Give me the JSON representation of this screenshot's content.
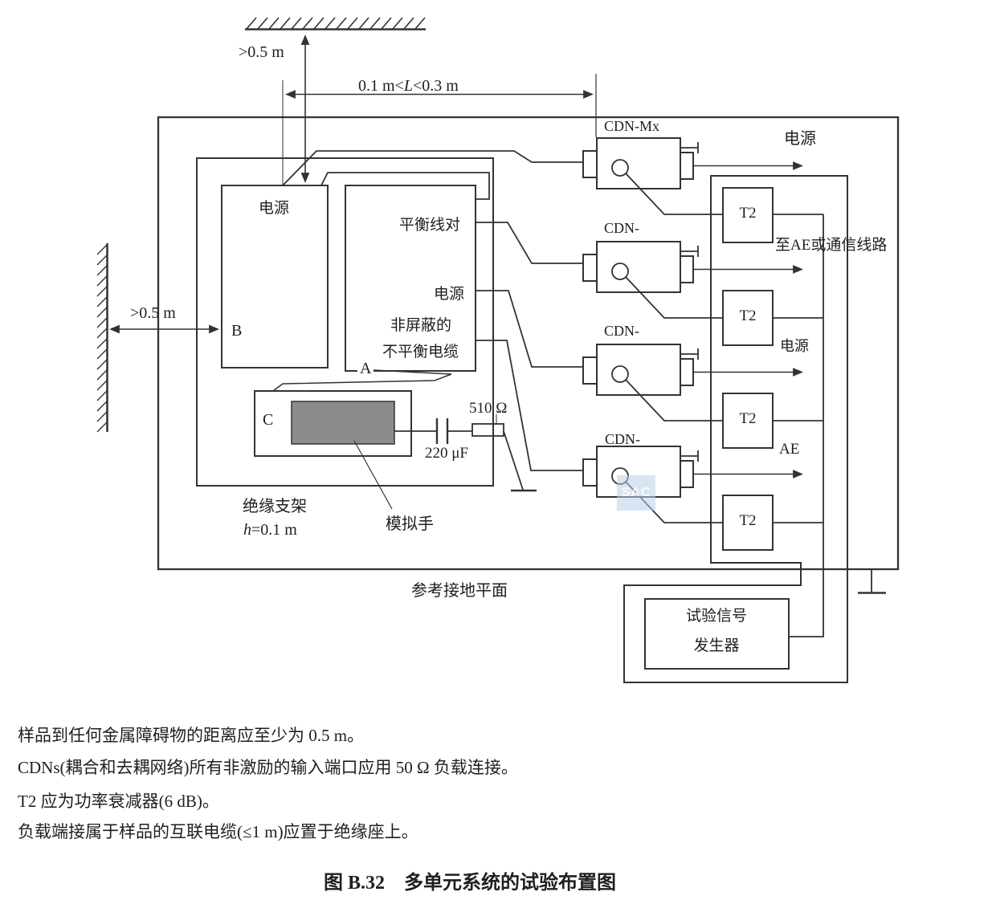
{
  "dims": {
    "top_clearance": ">0.5 m",
    "left_clearance": ">0.5 m",
    "l_pre": "0.1 m<",
    "l_var": "L",
    "l_post": "<0.3 m",
    "support_h_var": "h",
    "support_h_val": "=0.1 m"
  },
  "eut": {
    "b_label": "B",
    "b_port": "电源",
    "a_label": "A",
    "a_port_balanced": "平衡线对",
    "a_port_power": "电源",
    "a_port_unshielded": "非屏蔽的",
    "a_port_unbalanced": "不平衡电缆",
    "c_label": "C",
    "insulating_support": "绝缘支架",
    "artificial_hand": "模拟手"
  },
  "components": {
    "resistor": "510 Ω",
    "capacitor": "220 μF",
    "ground_plane": "参考接地平面",
    "generator_line1": "试验信号",
    "generator_line2": "发生器"
  },
  "cdn": {
    "cdn1": "CDN-Mx",
    "cdn2": "CDN-",
    "cdn3": "CDN-",
    "cdn4": "CDN-"
  },
  "t2": {
    "label": "T2"
  },
  "outputs": {
    "power_top": "电源",
    "ae_or_comm": "至AE或通信线路",
    "power_mid": "电源",
    "ae": "AE"
  },
  "notes": [
    "样品到任何金属障碍物的距离应至少为 0.5 m。",
    "CDNs(耦合和去耦网络)所有非激励的输入端口应用 50 Ω 负载连接。",
    "T2 应为功率衰减器(6 dB)。",
    "负载端接属于样品的互联电缆(≤1 m)应置于绝缘座上。"
  ],
  "caption": "图 B.32　多单元系统的试验布置图",
  "watermark": "SAC"
}
